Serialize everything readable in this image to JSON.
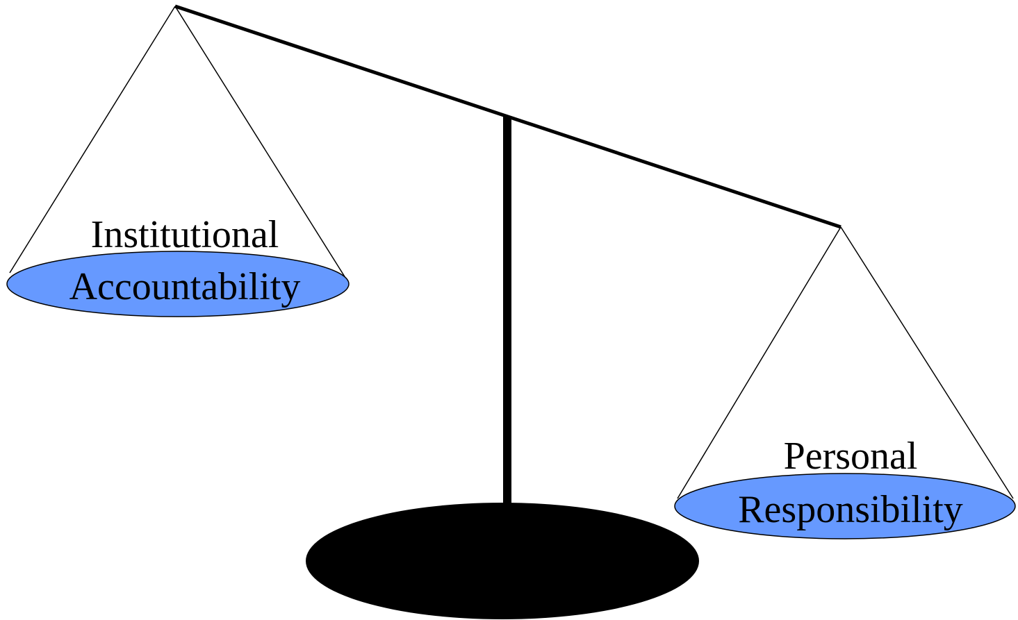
{
  "diagram": {
    "colors": {
      "background": "#ffffff",
      "ink": "#000000",
      "pan_fill": "#6699ff"
    },
    "left_pan": {
      "line1": "Institutional",
      "line2": "Accountability"
    },
    "right_pan": {
      "line1": "Personal",
      "line2": "Responsibility"
    }
  }
}
